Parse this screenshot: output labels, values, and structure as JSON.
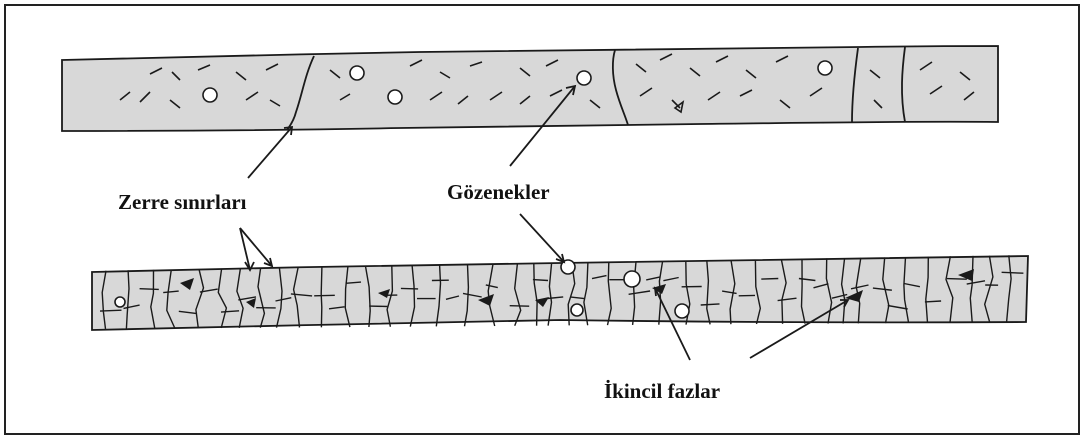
{
  "labels": {
    "grain_boundaries": "Zerre sınırları",
    "pores": "Gözenekler",
    "secondary_phases": "İkincil fazlar"
  },
  "colors": {
    "line": "#1a1a1a",
    "fill": "#d8d8d8",
    "frame": "#222222",
    "background": "#ffffff"
  }
}
